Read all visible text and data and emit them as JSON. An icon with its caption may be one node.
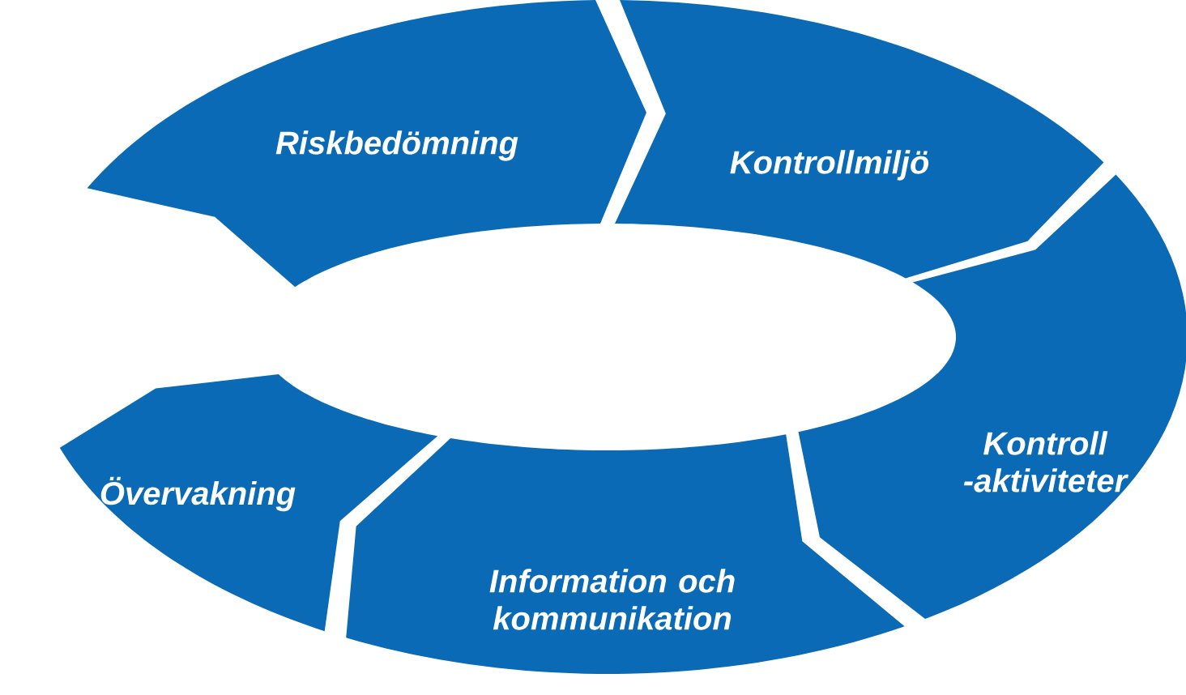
{
  "diagram": {
    "nodes": [
      {
        "text": [
          "Riskbedömning"
        ]
      },
      {
        "text": [
          "Kontrollmiljö"
        ]
      },
      {
        "text": [
          "Kontroll -aktiviteter"
        ]
      },
      {
        "text": [
          "Information och kommunikation"
        ]
      },
      {
        "text": [
          "Övervakning"
        ]
      }
    ]
  }
}
